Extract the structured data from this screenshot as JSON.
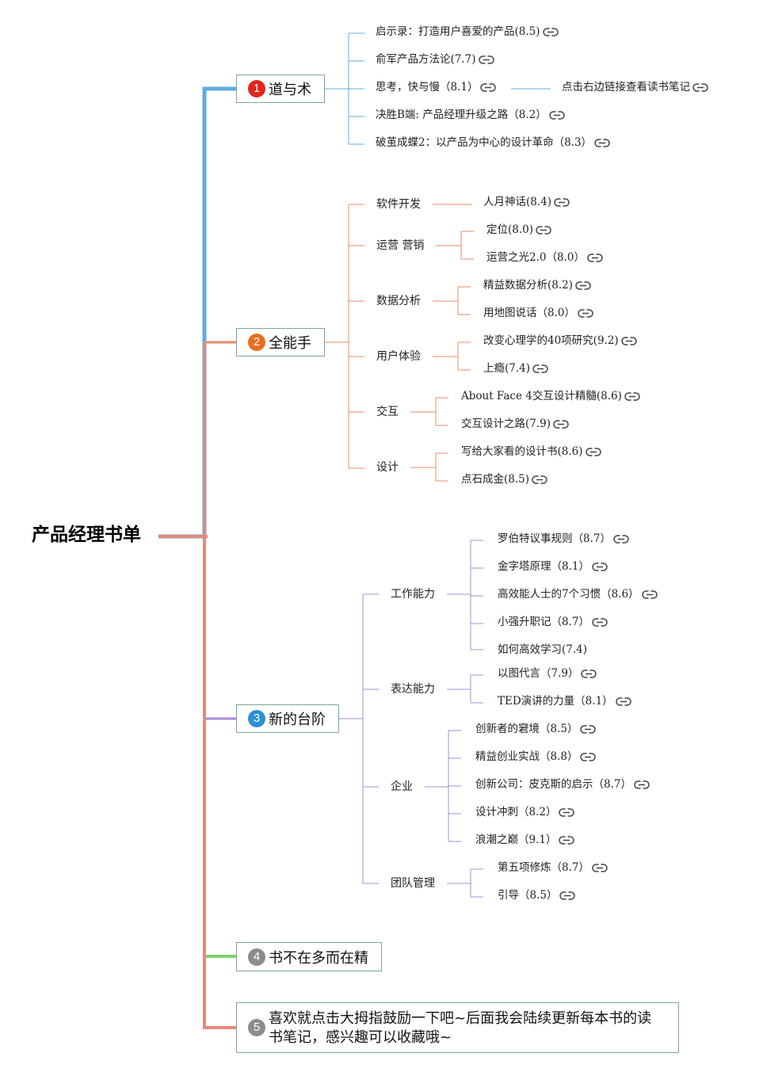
{
  "root": {
    "title": "产品经理书单"
  },
  "colors": {
    "b1": "#5dade2",
    "b2": "#ea8a64",
    "b3": "#a98bd8",
    "b4": "#7fd16c",
    "b5": "#e8897c",
    "text": "#222222"
  },
  "branches": [
    {
      "number": "1",
      "badge_color": "#e1261c",
      "label": "道与术",
      "items": [
        {
          "title": "启示录：打造用户喜爱的产品(8.5)",
          "link": true
        },
        {
          "title": "俞军产品方法论(7.7)",
          "link": true
        },
        {
          "title": "思考，快与慢（8.1）",
          "link": true,
          "note": {
            "title": "点击右边链接查看读书笔记",
            "link": true
          }
        },
        {
          "title": "决胜B端: 产品经理升级之路（8.2）",
          "link": true
        },
        {
          "title": "破茧成蝶2：以产品为中心的设计革命（8.3）",
          "link": true
        }
      ]
    },
    {
      "number": "2",
      "badge_color": "#e8701e",
      "label": "全能手",
      "groups": [
        {
          "name": "软件开发",
          "items": [
            {
              "title": "人月神话(8.4)",
              "link": true
            }
          ]
        },
        {
          "name": "运营 营销",
          "items": [
            {
              "title": "定位(8.0)",
              "link": true
            },
            {
              "title": "运营之光2.0（8.0）",
              "link": true
            }
          ]
        },
        {
          "name": "数据分析",
          "items": [
            {
              "title": "精益数据分析(8.2)",
              "link": true
            },
            {
              "title": "用地图说话（8.0）",
              "link": true
            }
          ]
        },
        {
          "name": "用户体验",
          "items": [
            {
              "title": "改变心理学的40项研究(9.2)",
              "link": true
            },
            {
              "title": "上瘾(7.4)",
              "link": true
            }
          ]
        },
        {
          "name": "交互",
          "items": [
            {
              "title": "About Face 4交互设计精髓(8.6)",
              "link": true
            },
            {
              "title": "交互设计之路(7.9)",
              "link": true
            }
          ]
        },
        {
          "name": "设计",
          "items": [
            {
              "title": "写给大家看的设计书(8.6)",
              "link": true
            },
            {
              "title": "点石成金(8.5)",
              "link": true
            }
          ]
        }
      ]
    },
    {
      "number": "3",
      "badge_color": "#2d8fd5",
      "label": "新的台阶",
      "groups": [
        {
          "name": "工作能力",
          "items": [
            {
              "title": "罗伯特议事规则（8.7）",
              "link": true
            },
            {
              "title": "金字塔原理（8.1）",
              "link": true
            },
            {
              "title": "高效能人士的7个习惯（8.6）",
              "link": true
            },
            {
              "title": "小强升职记（8.7）",
              "link": true
            },
            {
              "title": "如何高效学习(7.4)",
              "link": false
            }
          ]
        },
        {
          "name": "表达能力",
          "items": [
            {
              "title": "以图代言（7.9）",
              "link": true
            },
            {
              "title": "TED演讲的力量（8.1）",
              "link": true
            }
          ]
        },
        {
          "name": "企业",
          "items": [
            {
              "title": "创新者的窘境（8.5）",
              "link": true
            },
            {
              "title": "精益创业实战（8.8）",
              "link": true
            },
            {
              "title": "创新公司：皮克斯的启示（8.7）",
              "link": true
            },
            {
              "title": "设计冲刺（8.2）",
              "link": true
            },
            {
              "title": "浪潮之巅（9.1）",
              "link": true
            }
          ]
        },
        {
          "name": "团队管理",
          "items": [
            {
              "title": "第五项修炼（8.7）",
              "link": true
            },
            {
              "title": "引导（8.5）",
              "link": true
            }
          ]
        }
      ]
    },
    {
      "number": "4",
      "badge_color": "#8c8c8c",
      "label": "书不在多而在精"
    },
    {
      "number": "5",
      "badge_color": "#8c8c8c",
      "label": "喜欢就点击大拇指鼓励一下吧~后面我会陆续更新每本书的读书笔记，感兴趣可以收藏哦~"
    }
  ]
}
